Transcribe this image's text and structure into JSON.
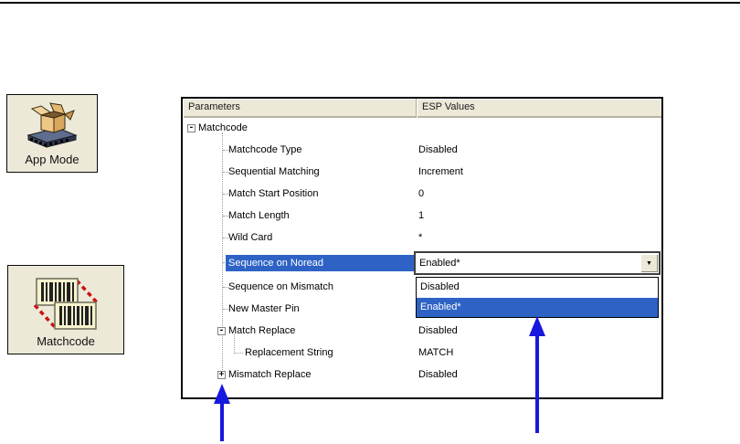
{
  "buttons": {
    "app_mode": {
      "label": "App Mode"
    },
    "matchcode": {
      "label": "Matchcode"
    }
  },
  "panel": {
    "headers": {
      "parameters": "Parameters",
      "esp_values": "ESP Values"
    },
    "tree": {
      "rows": [
        {
          "label": "Matchcode",
          "value": "",
          "level": 0,
          "expand": "minus"
        },
        {
          "label": "Matchcode Type",
          "value": "Disabled",
          "level": 1
        },
        {
          "label": "Sequential Matching",
          "value": "Increment",
          "level": 1
        },
        {
          "label": "Match Start Position",
          "value": "0",
          "level": 1
        },
        {
          "label": "Match Length",
          "value": "1",
          "level": 1
        },
        {
          "label": "Wild Card",
          "value": "*",
          "level": 1
        },
        {
          "label": "Sequence on Noread",
          "value": "Enabled*",
          "level": 1,
          "selected": true,
          "control": "combobox"
        },
        {
          "label": "Sequence on Mismatch",
          "value": "",
          "level": 1
        },
        {
          "label": "New Master Pin",
          "value": "",
          "level": 1
        },
        {
          "label": "Match Replace",
          "value": "Disabled",
          "level": 1,
          "expand": "minus"
        },
        {
          "label": "Replacement String",
          "value": "MATCH",
          "level": 2
        },
        {
          "label": "Mismatch Replace",
          "value": "Disabled",
          "level": 1,
          "expand": "plus"
        }
      ]
    },
    "combobox": {
      "value": "Enabled*",
      "options": [
        {
          "label": "Disabled",
          "selected": false
        },
        {
          "label": "Enabled*",
          "selected": true
        }
      ]
    }
  },
  "icons": {
    "minus_glyph": "-",
    "plus_glyph": "+",
    "dropdown_arrow": "▼"
  },
  "colors": {
    "selection_blue": "#2e63c5",
    "annotation_arrow_blue": "#1717dd",
    "header_bg": "#ece9d8",
    "button_bg": "#ece9d8",
    "barcode_dash_red": "#cc1111",
    "top_rule": "#000000"
  }
}
